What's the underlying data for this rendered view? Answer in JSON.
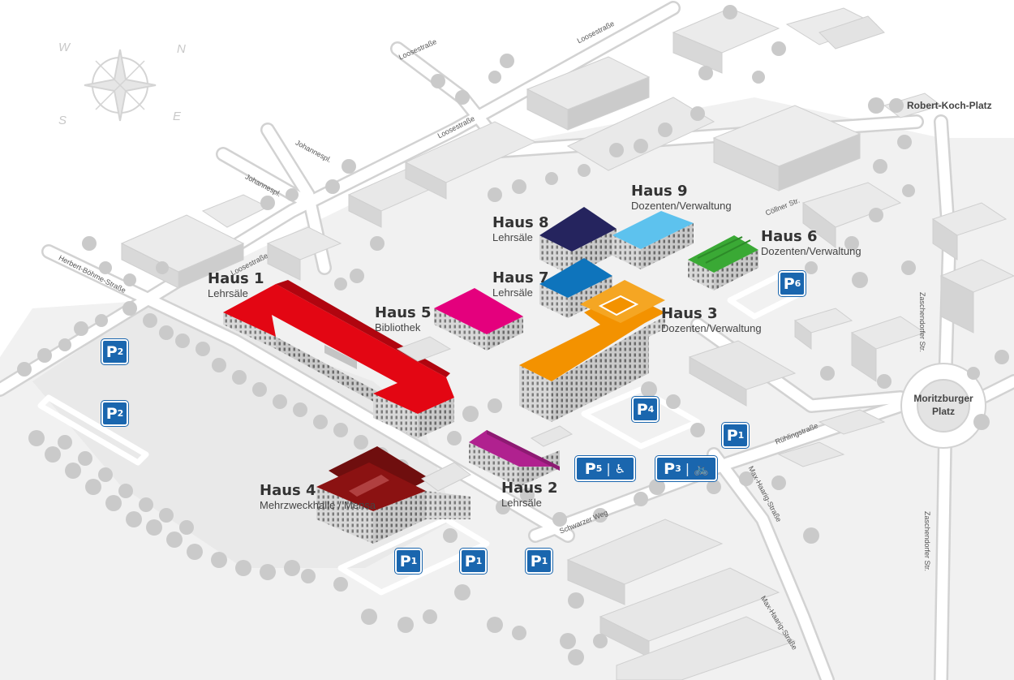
{
  "compass": {
    "n": "N",
    "e": "E",
    "s": "S",
    "w": "W"
  },
  "buildings": [
    {
      "id": "haus1",
      "title": "Haus 1",
      "subtitle": "Lehrsäle",
      "color": "#e30613"
    },
    {
      "id": "haus2",
      "title": "Haus 2",
      "subtitle": "Lehrsäle",
      "color": "#b0218f"
    },
    {
      "id": "haus3",
      "title": "Haus 3",
      "subtitle": "Dozenten/Verwaltung",
      "color": "#f39200"
    },
    {
      "id": "haus4",
      "title": "Haus 4",
      "subtitle": "Mehrzweckhalle / Mensa",
      "color": "#8b1212"
    },
    {
      "id": "haus5",
      "title": "Haus 5",
      "subtitle": "Bibliothek",
      "color": "#e4007d"
    },
    {
      "id": "haus6",
      "title": "Haus 6",
      "subtitle": "Dozenten/Verwaltung",
      "color": "#3aa935"
    },
    {
      "id": "haus7",
      "title": "Haus 7",
      "subtitle": "Lehrsäle",
      "color": "#0e74bc"
    },
    {
      "id": "haus8",
      "title": "Haus 8",
      "subtitle": "Lehrsäle",
      "color": "#25245e"
    },
    {
      "id": "haus9",
      "title": "Haus 9",
      "subtitle": "Dozenten/Verwaltung",
      "color": "#5dc2ee"
    }
  ],
  "parking": [
    {
      "id": "p2a",
      "letter": "P",
      "num": "2"
    },
    {
      "id": "p2b",
      "letter": "P",
      "num": "2"
    },
    {
      "id": "p6",
      "letter": "P",
      "num": "6"
    },
    {
      "id": "p4",
      "letter": "P",
      "num": "4"
    },
    {
      "id": "p1a",
      "letter": "P",
      "num": "1"
    },
    {
      "id": "p5",
      "letter": "P",
      "num": "5",
      "extra": "♿"
    },
    {
      "id": "p3",
      "letter": "P",
      "num": "3",
      "extra": "🚲"
    },
    {
      "id": "p1b",
      "letter": "P",
      "num": "1"
    },
    {
      "id": "p1c",
      "letter": "P",
      "num": "1"
    },
    {
      "id": "p1d",
      "letter": "P",
      "num": "1"
    }
  ],
  "streets": {
    "loosestrasse_1": "Loosestraße",
    "loosestrasse_2": "Loosestraße",
    "loosestrasse_3": "Loosestraße",
    "loosestrasse_4": "Loosestraße",
    "johannespl_1": "Johannespl.",
    "johannespl_2": "Johannespl.",
    "herbert": "Herbert-Böhme-Straße",
    "coellner": "Cöllner Str.",
    "ruehling": "Rühlingstraße",
    "schwarzer": "Schwarzer Weg",
    "maxhaarig_1": "Max-Haarig-Straße",
    "maxhaarig_2": "Max-Haarig-Straße",
    "zaschendorfer_1": "Zaschendorfer Str.",
    "zaschendorfer_2": "Zaschendorfer Str."
  },
  "places": {
    "robert": "Robert-Koch-Platz",
    "moritzburger_1": "Moritzburger",
    "moritzburger_2": "Platz"
  },
  "colors": {
    "road": "#ffffff",
    "ground": "#f0f0f0",
    "park_blue": "#1a66ae",
    "tree": "#c9c9c9",
    "building_grey": "#dcdcdc"
  }
}
